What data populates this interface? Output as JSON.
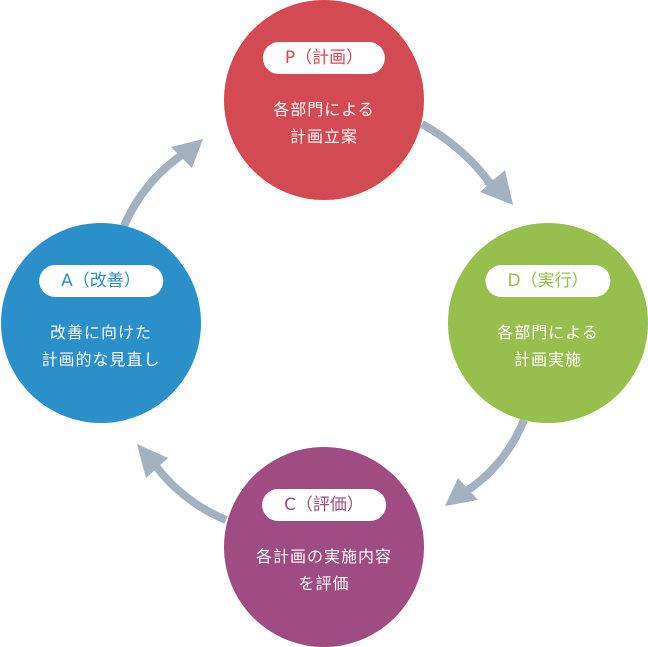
{
  "colors": {
    "plan": "#d44a52",
    "do": "#96bf4e",
    "check": "#9e4c81",
    "act": "#2b8fca",
    "arrow": "#a3b1c0"
  },
  "nodes": {
    "plan": {
      "label": "P（計画）",
      "line1": "各部門による",
      "line2": "計画立案"
    },
    "do": {
      "label": "D（実行）",
      "line1": "各部門による",
      "line2": "計画実施"
    },
    "check": {
      "label": "C（評価）",
      "line1": "各計画の実施内容",
      "line2": "を評価"
    },
    "act": {
      "label": "A（改善）",
      "line1": "改善に向けた",
      "line2": "計画的な見直し"
    }
  }
}
